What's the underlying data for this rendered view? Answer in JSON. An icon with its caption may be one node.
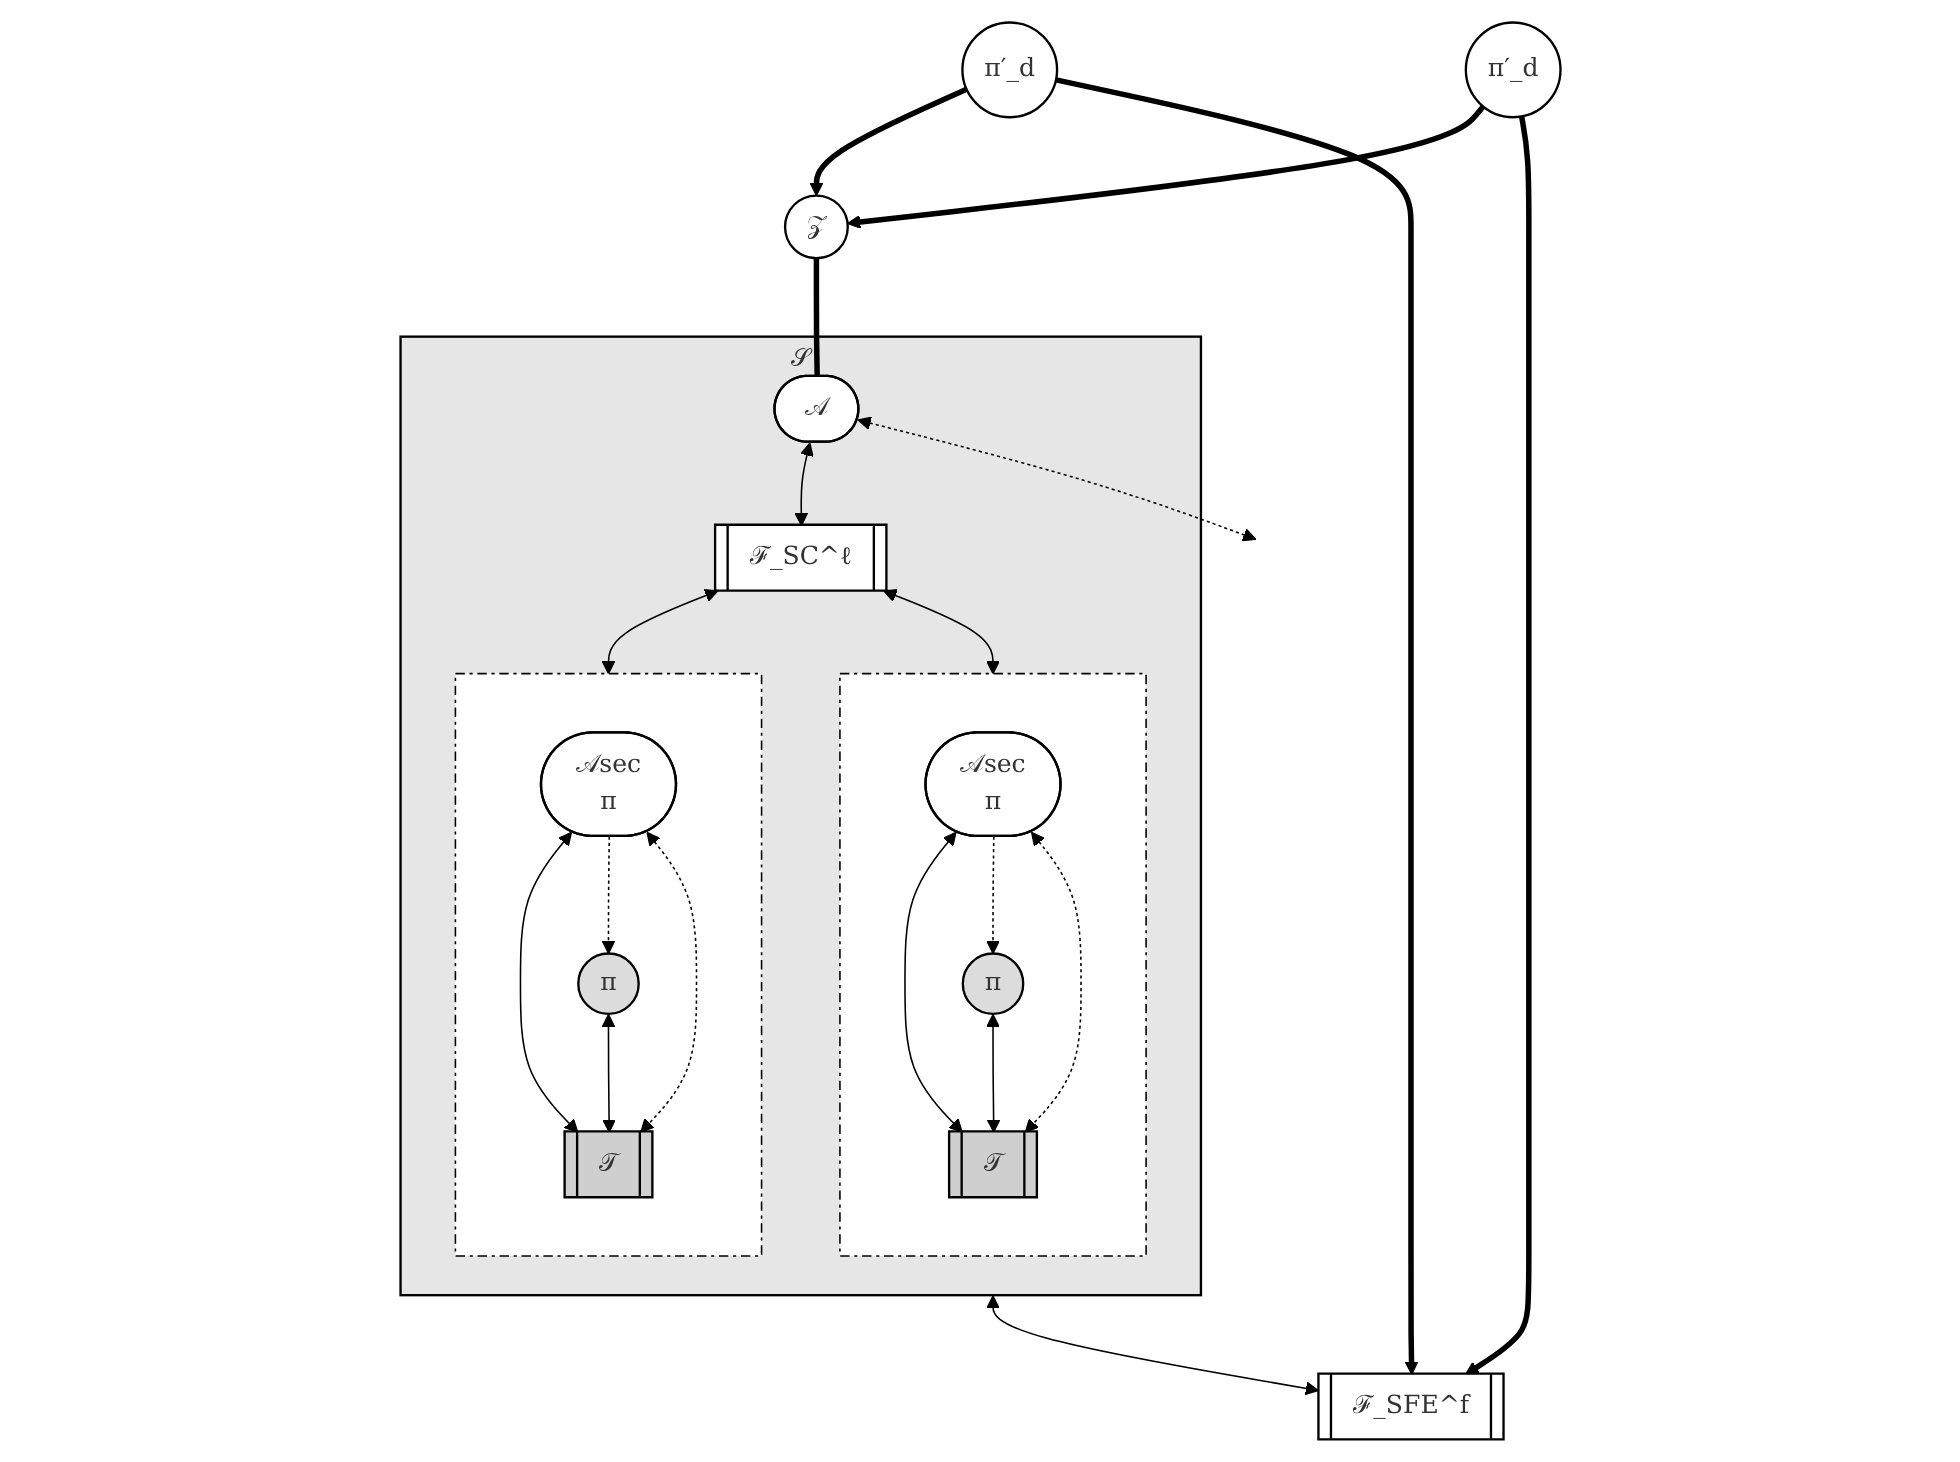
{
  "diagram": {
    "nodes": [
      {
        "text": [
          "𝒵"
        ]
      },
      {
        "text": [
          "𝒮"
        ]
      },
      {
        "text": [
          "𝒜"
        ],
        "in": 1
      },
      {
        "text": [
          "ℱ_SC^ℓ"
        ],
        "in": 1
      },
      {
        "text": [],
        "shape": "octagon",
        "in": 1
      },
      {
        "text": [
          "𝒜sec",
          "π"
        ],
        "in": 4
      },
      {
        "text": [
          "π"
        ],
        "in": 4
      },
      {
        "text": [
          "𝒯"
        ],
        "in": 4
      },
      {
        "text": [],
        "shape": "octagon",
        "in": 1
      },
      {
        "text": [
          "𝒜sec",
          "π"
        ],
        "in": 8
      },
      {
        "text": [
          "π"
        ],
        "in": 8
      },
      {
        "text": [
          "𝒯"
        ],
        "in": 8
      },
      {
        "text": [
          "π′_d"
        ]
      },
      {
        "text": [
          "π′_d"
        ]
      },
      {
        "text": [
          "ℱ_SFE^f"
        ]
      }
    ],
    "edges": [
      {
        "from": 12,
        "to": 0,
        "arrow": "to",
        "style": "thick"
      },
      {
        "from": 13,
        "to": 0,
        "arrow": "to",
        "style": "thick"
      },
      {
        "from": 0,
        "to": 2,
        "arrow": "none",
        "style": "thick"
      },
      {
        "from": 2,
        "to": 3,
        "arrow": "both"
      },
      {
        "from": 2,
        "to": null,
        "arrow": "both",
        "style": "dashed"
      },
      {
        "from": 3,
        "to": 4,
        "arrow": "both"
      },
      {
        "from": 3,
        "to": 8,
        "arrow": "both"
      },
      {
        "from": 5,
        "to": 6,
        "arrow": "to",
        "style": "dashed"
      },
      {
        "from": 5,
        "to": 7,
        "arrow": "both"
      },
      {
        "from": 6,
        "to": 7,
        "arrow": "both"
      },
      {
        "from": 5,
        "to": 7,
        "arrow": "both",
        "style": "dashed"
      },
      {
        "from": 9,
        "to": 10,
        "arrow": "to",
        "style": "dashed"
      },
      {
        "from": 9,
        "to": 11,
        "arrow": "both"
      },
      {
        "from": 10,
        "to": 11,
        "arrow": "both"
      },
      {
        "from": 9,
        "to": 11,
        "arrow": "both",
        "style": "dashed"
      },
      {
        "from": 1,
        "to": 14,
        "arrow": "both"
      },
      {
        "from": 12,
        "to": 14,
        "arrow": "to",
        "style": "thick"
      },
      {
        "from": 13,
        "to": 14,
        "arrow": "to",
        "style": "thick"
      }
    ]
  }
}
